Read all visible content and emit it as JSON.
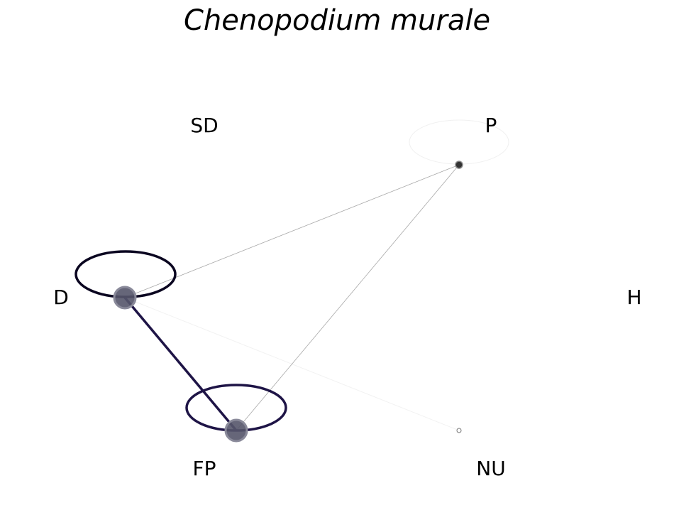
{
  "title": "Chenopodium murale",
  "nodes": [
    {
      "id": "SD",
      "label": "SD",
      "size": 0,
      "self_loop": "none"
    },
    {
      "id": "P",
      "label": "P",
      "size": 1,
      "self_loop": "faint"
    },
    {
      "id": "D",
      "label": "D",
      "size": 3,
      "self_loop": "strong"
    },
    {
      "id": "H",
      "label": "H",
      "size": 0,
      "self_loop": "none"
    },
    {
      "id": "FP",
      "label": "FP",
      "size": 3,
      "self_loop": "strong"
    },
    {
      "id": "NU",
      "label": "NU",
      "size": 0.5,
      "self_loop": "none"
    }
  ],
  "edges": [
    {
      "from": "D",
      "to": "FP",
      "weight": "strong",
      "color": "#1e1446"
    },
    {
      "from": "P",
      "to": "D",
      "weight": "thin",
      "color": "#9a9a9a"
    },
    {
      "from": "P",
      "to": "FP",
      "weight": "thin",
      "color": "#9a9a9a"
    },
    {
      "from": "D",
      "to": "NU",
      "weight": "faint",
      "color": "#f4f4f4"
    }
  ],
  "colors": {
    "strong_loop_D": "#0a0520",
    "strong_loop_FP": "#1e1446",
    "node_fill": "#55556a",
    "node_ring": "#8a8a9a"
  }
}
